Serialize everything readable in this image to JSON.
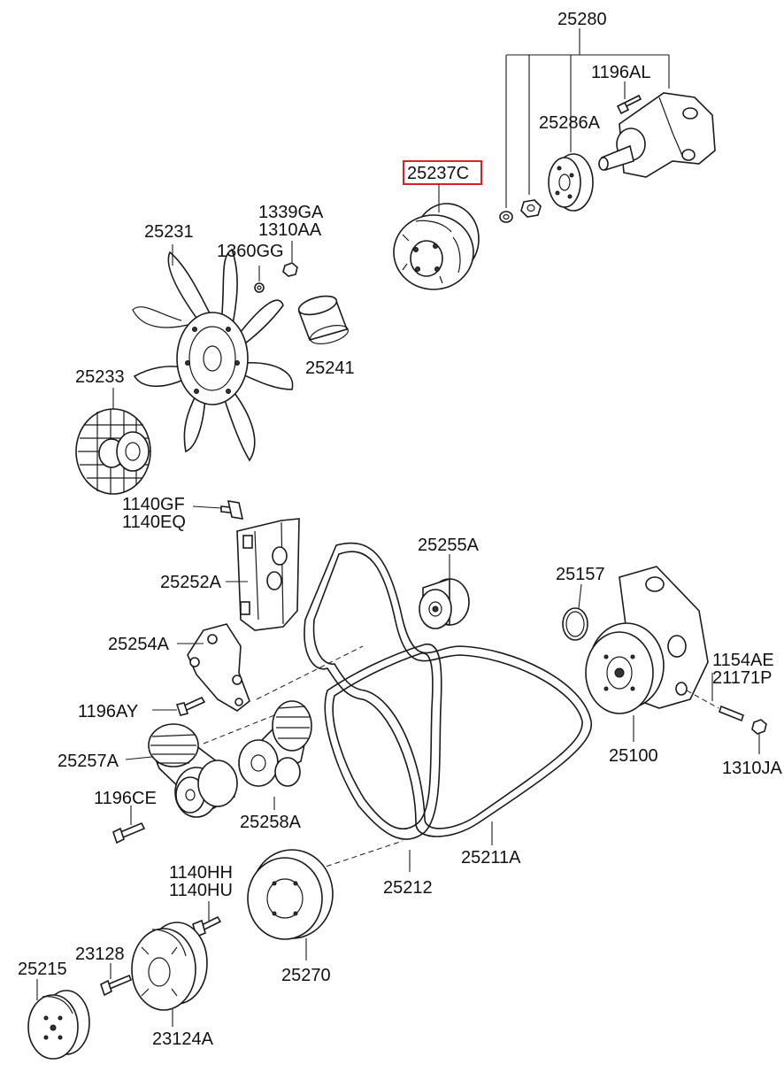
{
  "colors": {
    "highlight": "#e02020",
    "ink": "#1a1a1a",
    "background": "#ffffff"
  },
  "labels": {
    "p25280": "25280",
    "p1196AL": "1196AL",
    "p25286A": "25286A",
    "p25237C": "25237C",
    "p1339GA": "1339GA",
    "p1310AA": "1310AA",
    "p25231": "25231",
    "p1360GG": "1360GG",
    "p25241": "25241",
    "p25233": "25233",
    "p1140GF": "1140GF",
    "p1140EQ": "1140EQ",
    "p25255A": "25255A",
    "p25252A": "25252A",
    "p25157": "25157",
    "p25254A": "25254A",
    "p1154AE": "1154AE",
    "p21171P": "21171P",
    "p1196AY": "1196AY",
    "p25100": "25100",
    "p25257A": "25257A",
    "p1310JA": "1310JA",
    "p1196CE": "1196CE",
    "p25258A": "25258A",
    "p25211A": "25211A",
    "p25212": "25212",
    "p1140HH": "1140HH",
    "p1140HU": "1140HU",
    "p25270": "25270",
    "p23128": "23128",
    "p25215": "25215",
    "p23124A": "23124A"
  }
}
